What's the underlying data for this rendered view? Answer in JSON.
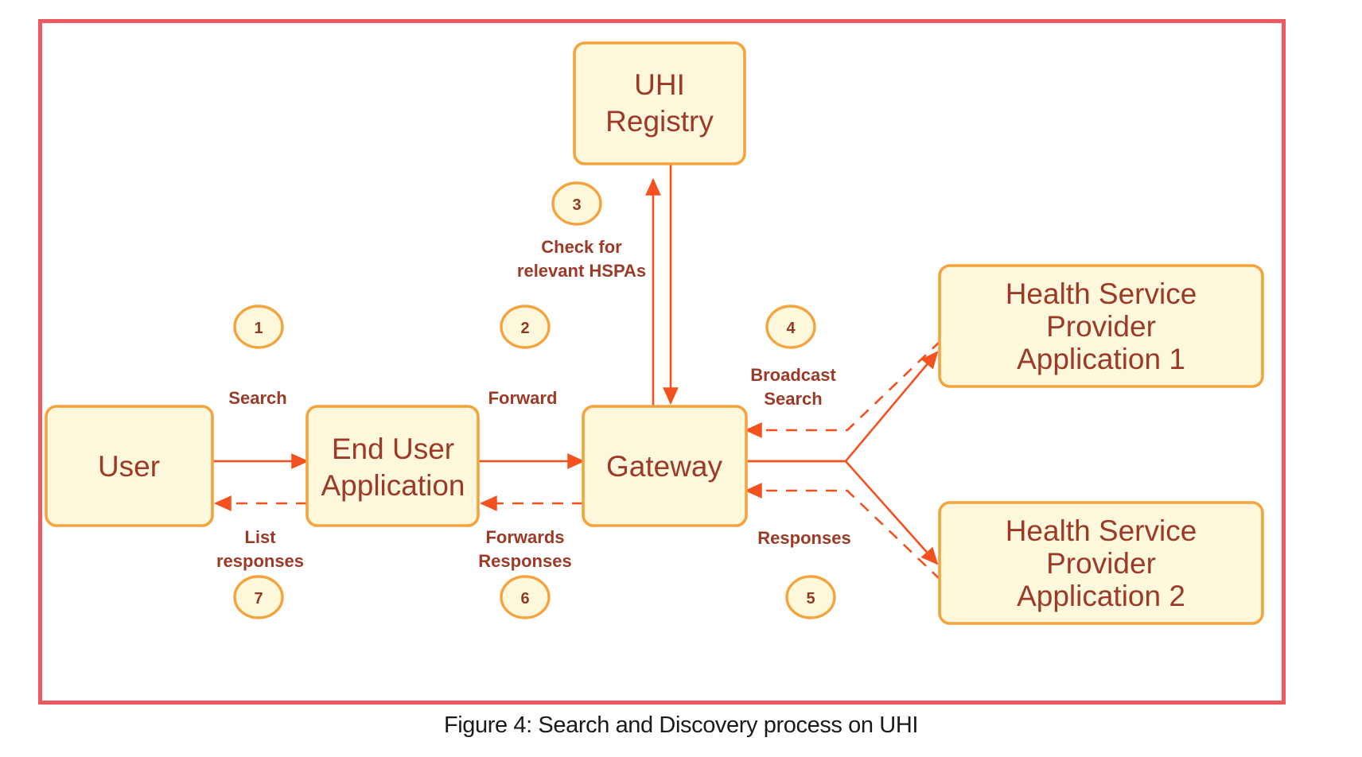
{
  "figure": {
    "caption": "Figure 4: Search and Discovery process on UHI"
  },
  "colors": {
    "frame_border": "#ef5a60",
    "node_fill": "#fdf8dc",
    "node_border": "#f5a33c",
    "node_text": "#9c3a27",
    "arrow": "#f4511e",
    "label_text": "#9c3a27"
  },
  "diagram": {
    "type": "flow",
    "nodes": [
      {
        "id": "uhi-registry",
        "label": "UHI\nRegistry",
        "line1": "UHI",
        "line2": "Registry"
      },
      {
        "id": "user",
        "label": "User",
        "line1": "User"
      },
      {
        "id": "end-user-application",
        "label": "End User\nApplication",
        "line1": "End User",
        "line2": "Application"
      },
      {
        "id": "gateway",
        "label": "Gateway",
        "line1": "Gateway"
      },
      {
        "id": "hsp-application-1",
        "label": "Health Service Provider Application 1",
        "line1": "Health Service",
        "line2": "Provider",
        "line3": "Application 1"
      },
      {
        "id": "hsp-application-2",
        "label": "Health Service Provider Application 2",
        "line1": "Health Service",
        "line2": "Provider",
        "line3": "Application 2"
      }
    ],
    "edges": [
      {
        "step": "1",
        "label": "Search",
        "line1": "Search",
        "from": "user",
        "to": "end-user-application",
        "style": "solid"
      },
      {
        "step": "2",
        "label": "Forward",
        "line1": "Forward",
        "from": "end-user-application",
        "to": "gateway",
        "style": "solid"
      },
      {
        "step": "3",
        "label": "Check for relevant HSPAs",
        "line1": "Check for",
        "line2": "relevant HSPAs",
        "from": "gateway",
        "to": "uhi-registry",
        "style": "solid"
      },
      {
        "step": "4",
        "label": "Broadcast Search",
        "line1": "Broadcast",
        "line2": "Search",
        "from": "gateway",
        "to": "hsp-application-1",
        "style": "solid"
      },
      {
        "step": "5",
        "label": "Responses",
        "line1": "Responses",
        "from": "hsp-application-1",
        "to": "gateway",
        "style": "dashed"
      },
      {
        "step": "6",
        "label": "Forwards Responses",
        "line1": "Forwards",
        "line2": "Responses",
        "from": "gateway",
        "to": "end-user-application",
        "style": "dashed"
      },
      {
        "step": "7",
        "label": "List responses",
        "line1": "List",
        "line2": "responses",
        "from": "end-user-application",
        "to": "user",
        "style": "dashed"
      }
    ],
    "step_markers": [
      "1",
      "2",
      "3",
      "4",
      "5",
      "6",
      "7"
    ]
  }
}
